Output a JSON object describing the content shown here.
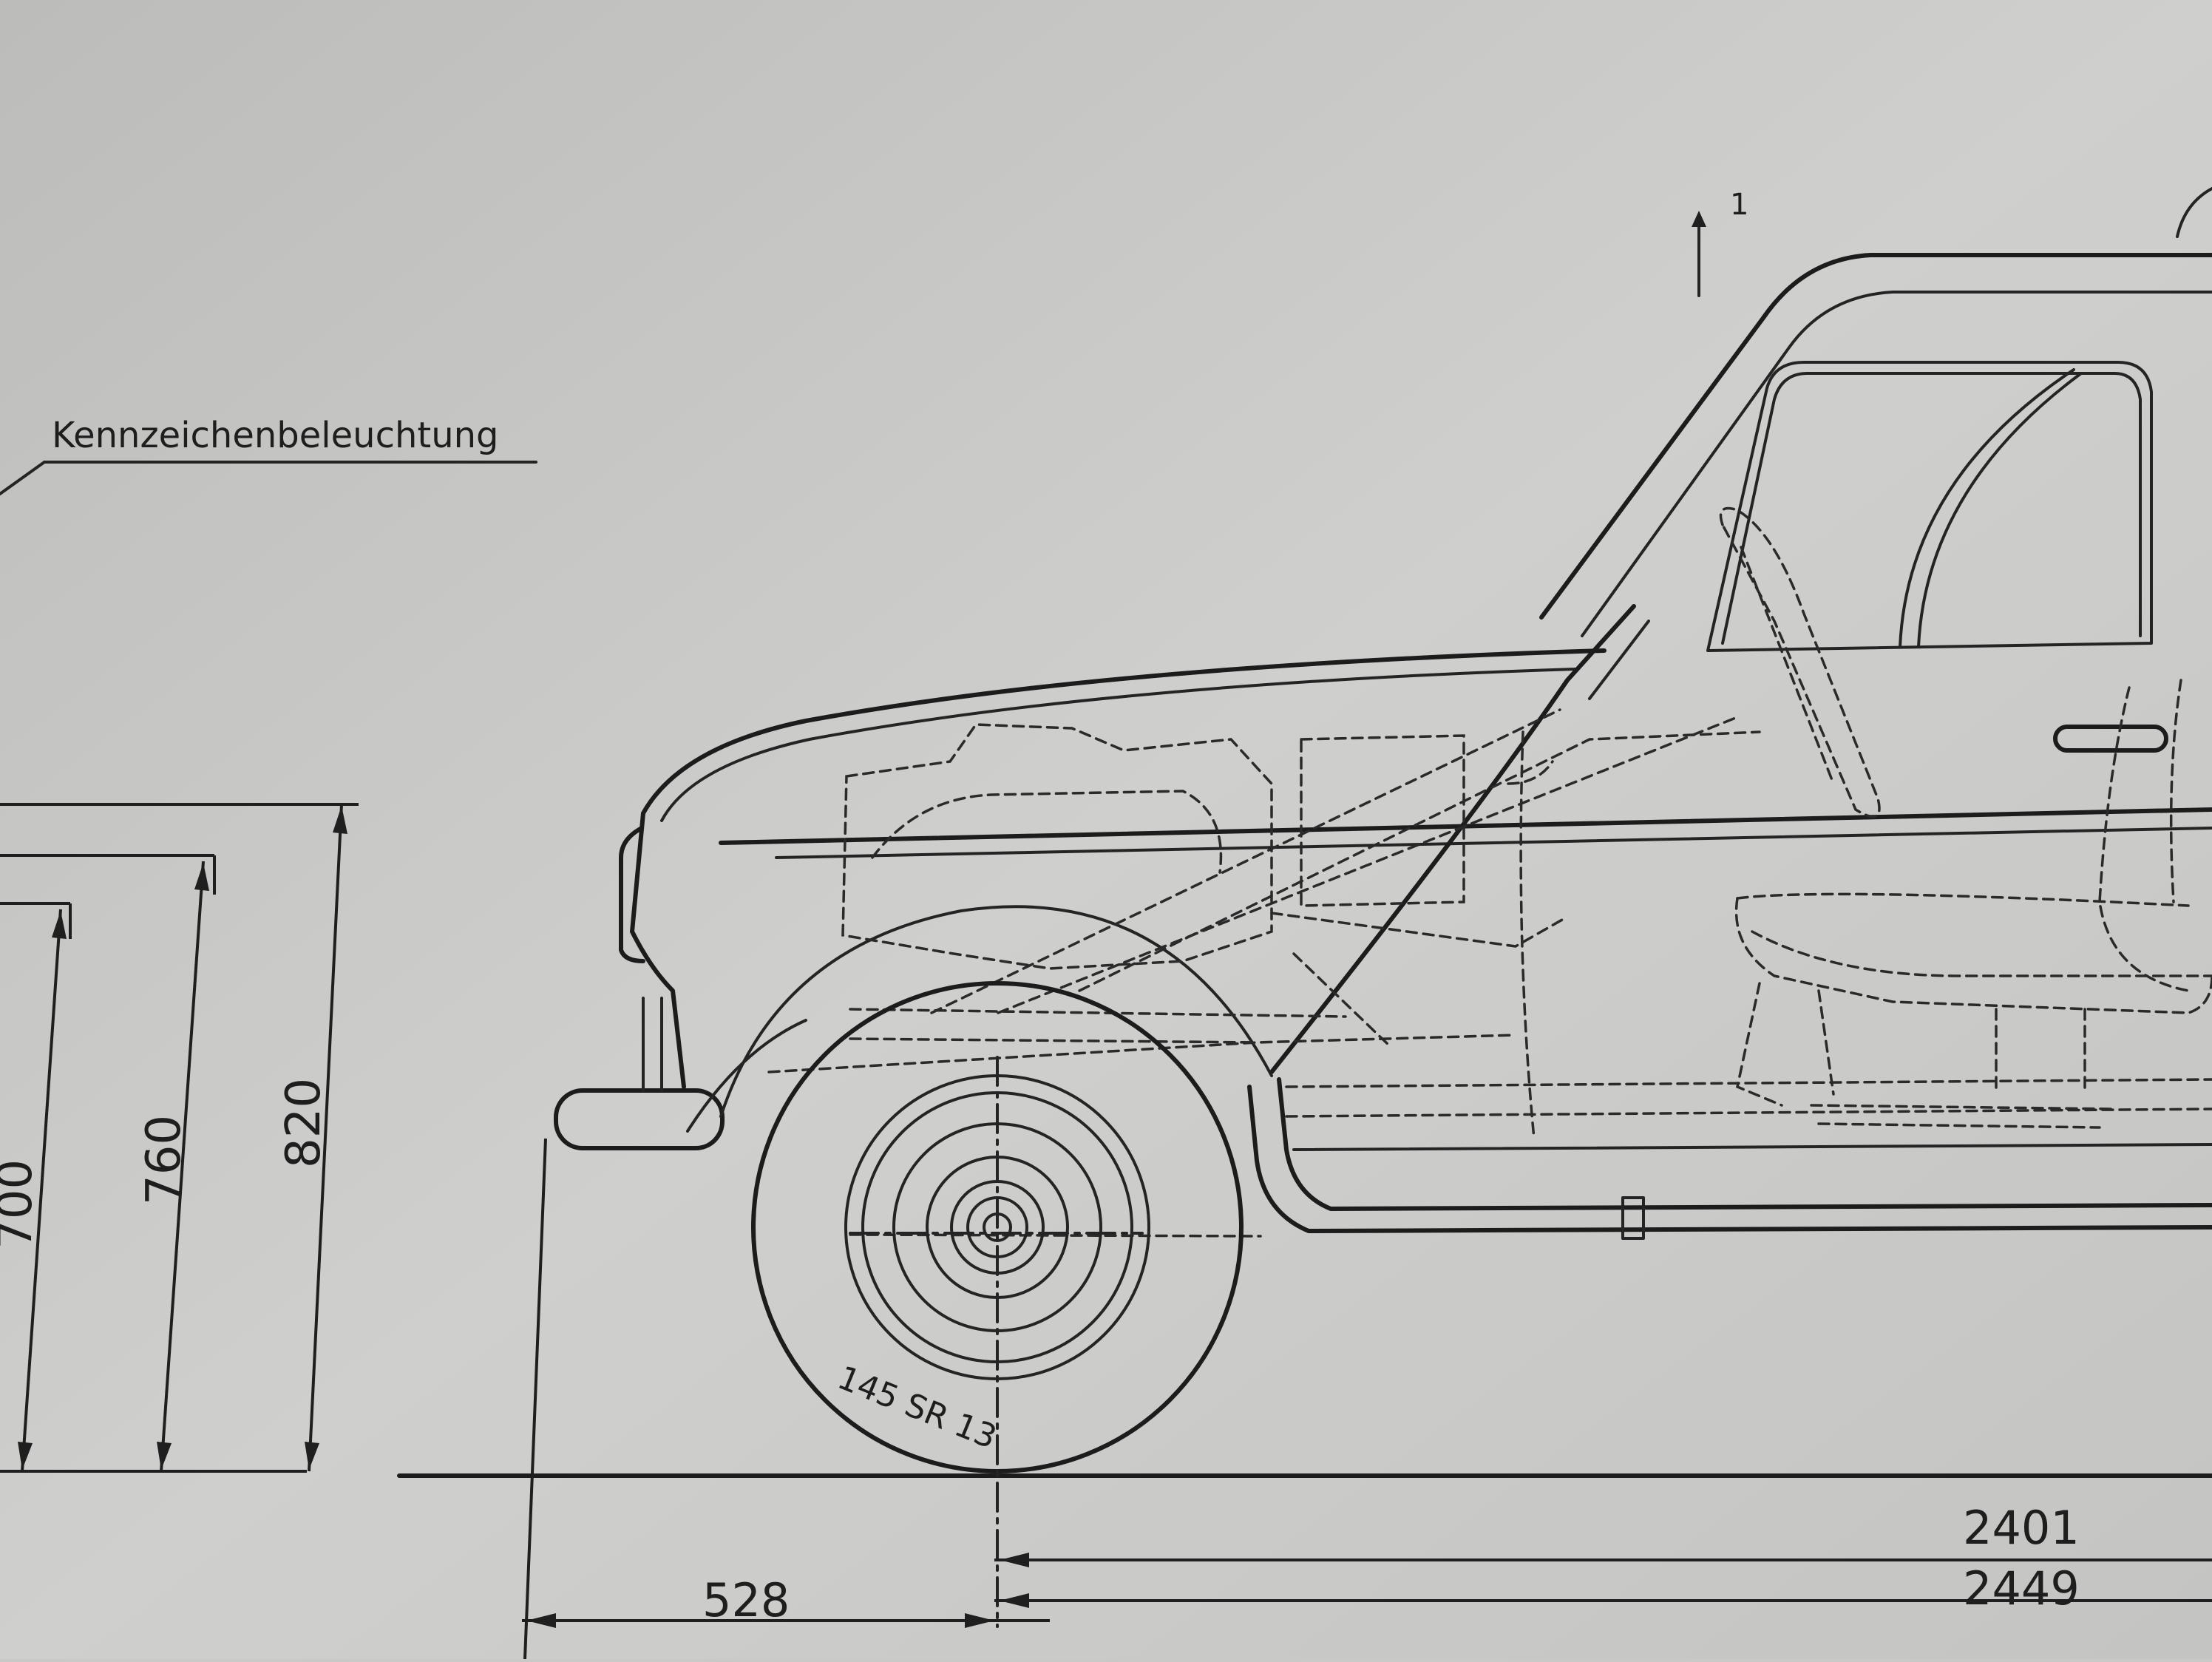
{
  "labels": {
    "plate_light": "Kennzeichenbeleuchtung",
    "tire": "145 SR 13",
    "section_mark": "1"
  },
  "dimensions": {
    "height_700": "700",
    "height_760": "760",
    "height_820": "820",
    "front_overhang": "528",
    "wheelbase_right": "2401",
    "wheelbase_left": "2449"
  },
  "colors": {
    "paper": "#c9c9c7",
    "ink": "#242424"
  }
}
